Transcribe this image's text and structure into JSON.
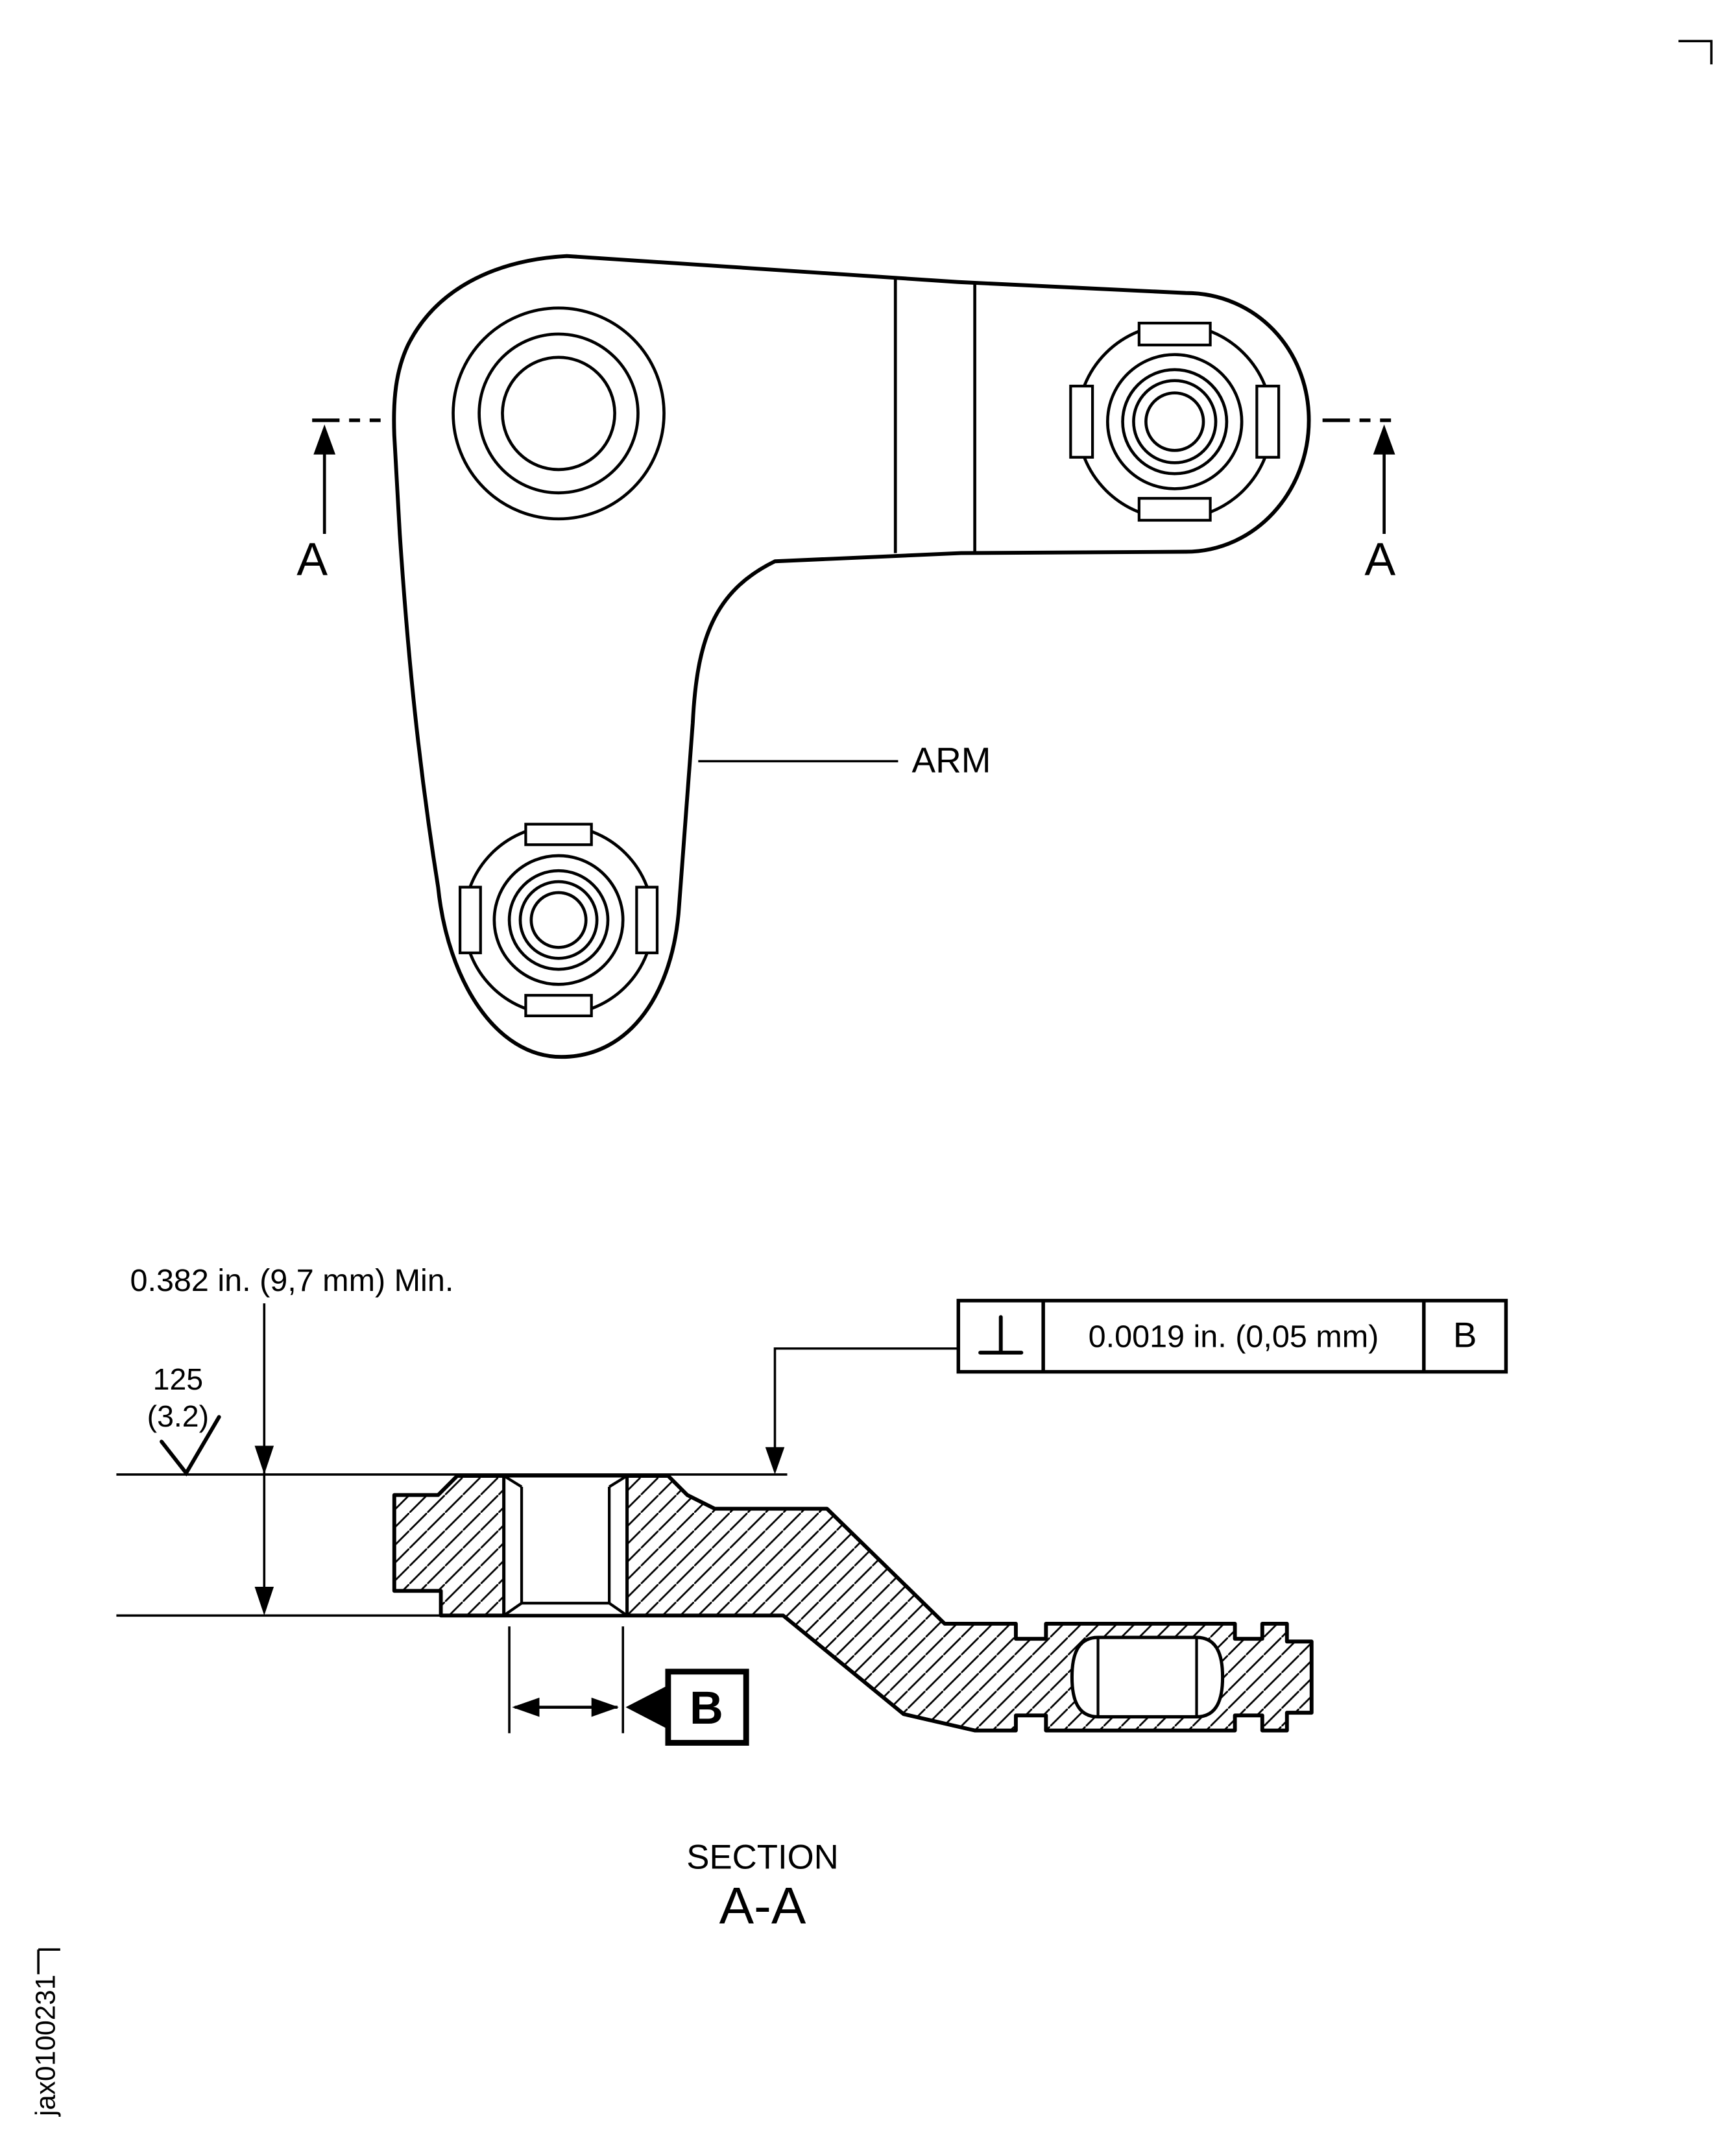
{
  "page": {
    "background": "#ffffff",
    "ink": "#000000"
  },
  "plan_view": {
    "arm_label": "ARM",
    "section_cut": {
      "left_label": "A",
      "right_label": "A"
    }
  },
  "section_view": {
    "min_height_dim": "0.382 in. (9,7  mm) Min.",
    "surface_finish": {
      "roughness_microinch": "125",
      "roughness_micrometer": "(3.2)"
    },
    "feature_control_frame": {
      "characteristic": "perpendicularity",
      "tolerance": "0.0019 in. (0,05  mm)",
      "datum_reference": "B"
    },
    "datum_feature_label": "B",
    "caption": {
      "title": "SECTION",
      "designation": "A-A"
    }
  },
  "drawing_number": "jax0100231"
}
